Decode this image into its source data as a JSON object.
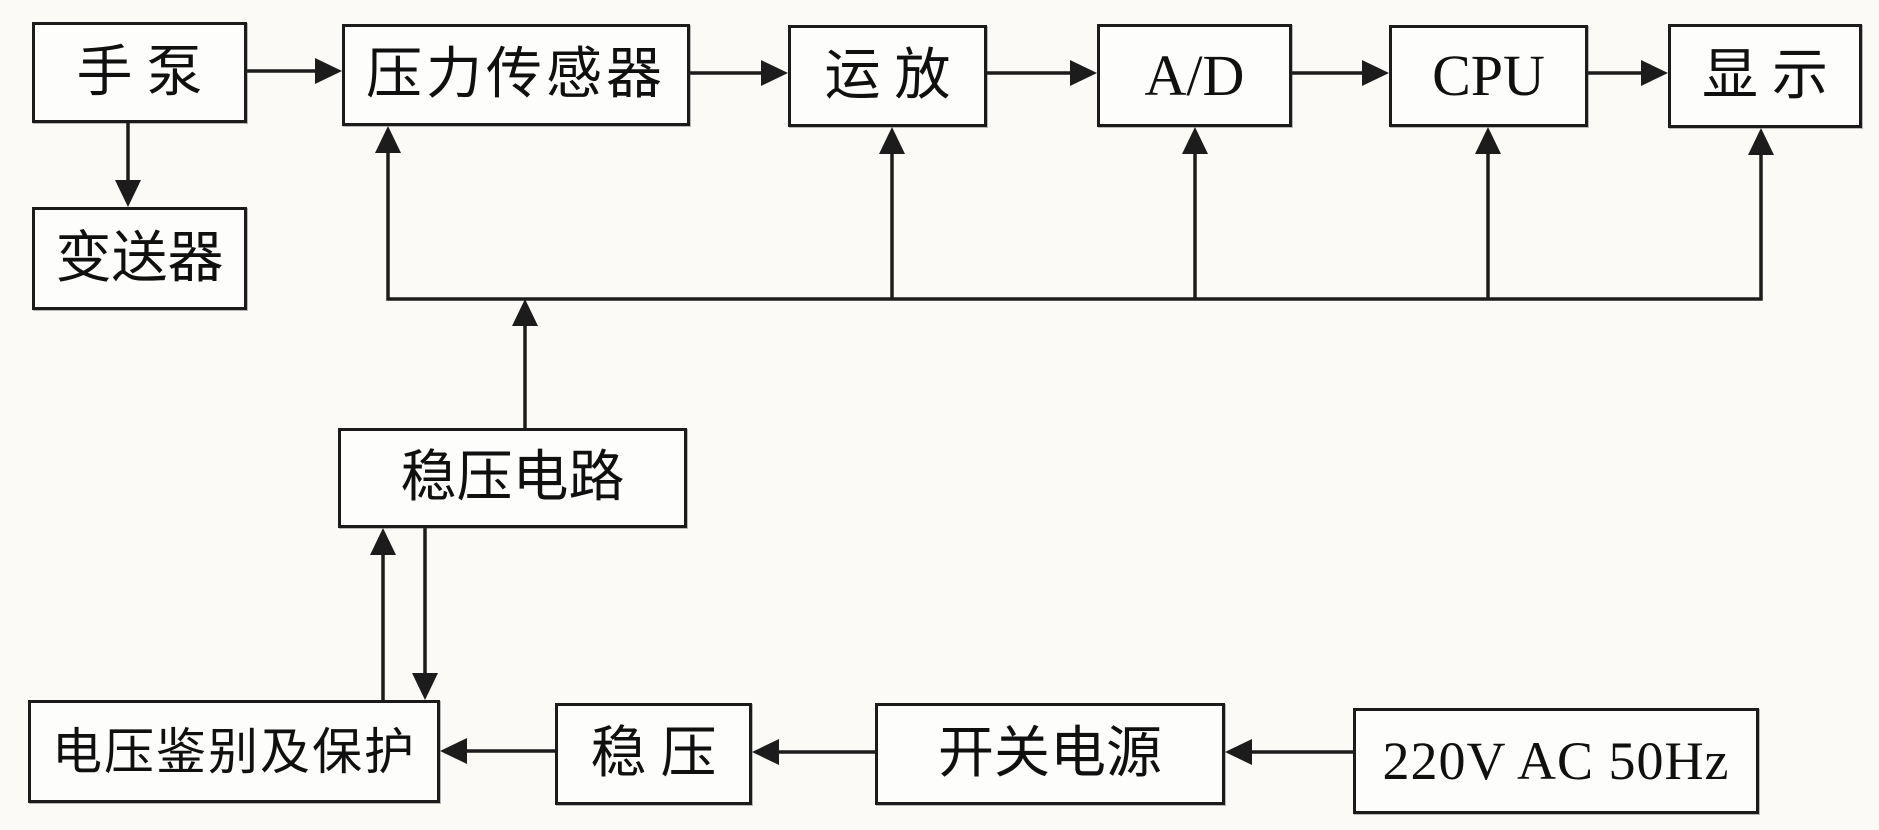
{
  "diagram": {
    "title_implicit": "",
    "colors": {
      "line": "#1c1c1c",
      "background": "#fbfaf7",
      "box_fill": "#fdfdfb",
      "text": "#101010"
    },
    "nodes": {
      "hand_pump": {
        "label": "手 泵"
      },
      "transmitter": {
        "label": "变送器"
      },
      "pressure_sensor": {
        "label": "压力传感器"
      },
      "op_amp": {
        "label": "运  放"
      },
      "adc": {
        "label": "A/D"
      },
      "cpu": {
        "label": "CPU"
      },
      "display": {
        "label": "显  示"
      },
      "regulator_circuit": {
        "label": "稳压电路"
      },
      "voltage_protection": {
        "label": "电压鉴别及保护"
      },
      "regulator": {
        "label": "稳  压"
      },
      "switching_power": {
        "label": "开关电源"
      },
      "mains": {
        "label": "220V AC 50Hz"
      }
    }
  }
}
